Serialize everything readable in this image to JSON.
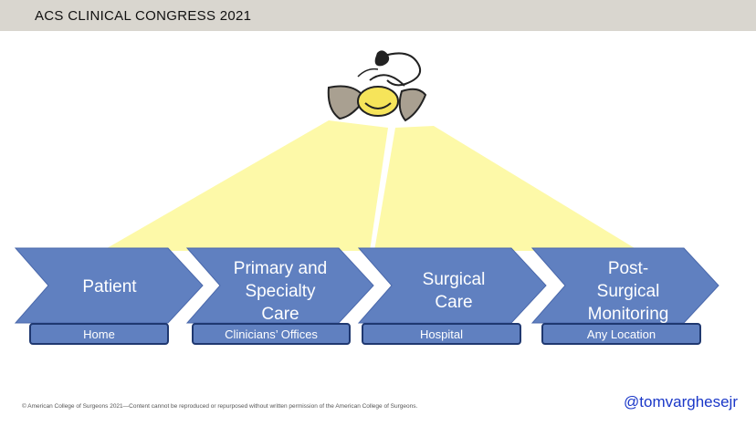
{
  "header": {
    "title": "ACS CLINICAL CONGRESS 2021"
  },
  "diagram": {
    "colors": {
      "chevron": "#6080c0",
      "chevron_stroke": "#4a68ab",
      "label_box": "#6080c0",
      "label_box_stroke": "#1f3870",
      "beam": "#fdf9a8",
      "header_bg": "#d9d6cf"
    },
    "icon": "patient-face-sketch-icon",
    "steps": [
      {
        "title_lines": [
          "Patient"
        ],
        "location": "Home"
      },
      {
        "title_lines": [
          "Primary and",
          "Specialty",
          "Care"
        ],
        "location": "Clinicians’ Offices"
      },
      {
        "title_lines": [
          "Surgical",
          "Care"
        ],
        "location": "Hospital"
      },
      {
        "title_lines": [
          "Post-",
          "Surgical",
          "Monitoring"
        ],
        "location": "Any Location"
      }
    ]
  },
  "footer": {
    "copyright": "© American College of Surgeons 2021—Content cannot be reproduced or repurposed without written permission of the American College of Surgeons.",
    "handle": "@tomvarghesejr"
  }
}
